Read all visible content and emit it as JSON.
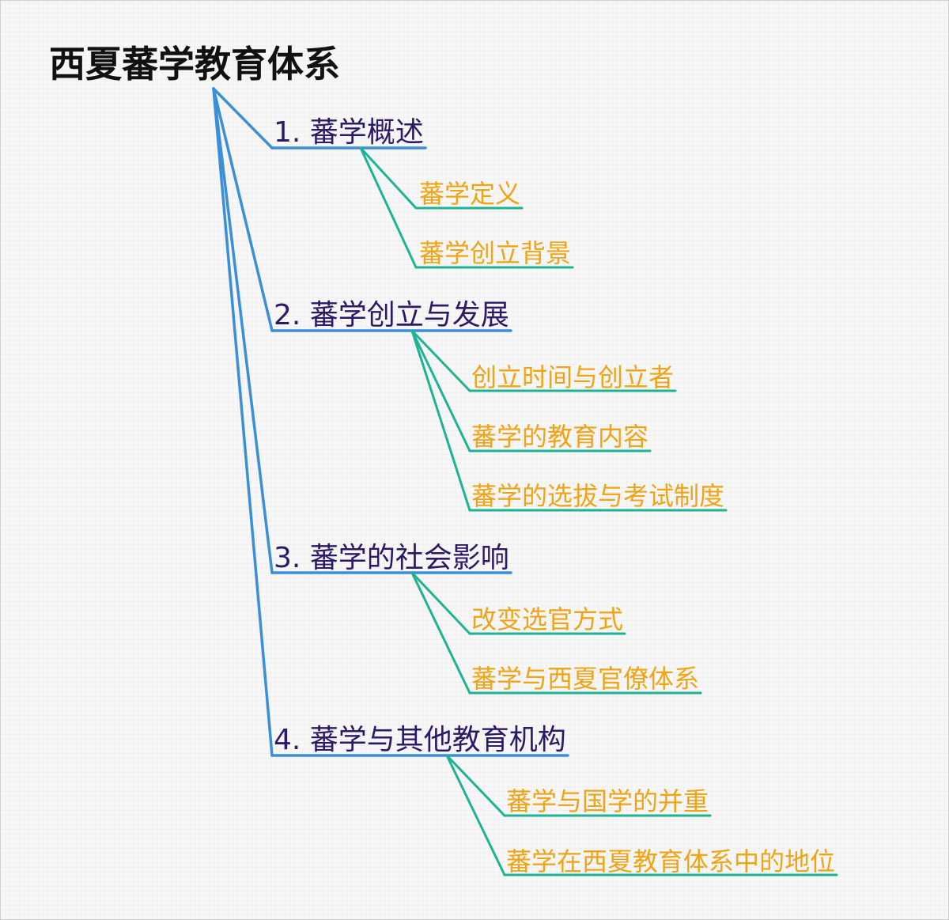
{
  "colors": {
    "root_text": "#111111",
    "level1_text": "#2d1a66",
    "level2_text": "#f0a415",
    "root_connector": "#3b8fd8",
    "child_connector": "#1db393"
  },
  "root": {
    "label": "西夏蕃学教育体系"
  },
  "branches": [
    {
      "label": "1. 蕃学概述",
      "children": [
        {
          "label": "蕃学定义"
        },
        {
          "label": "蕃学创立背景"
        }
      ]
    },
    {
      "label": "2. 蕃学创立与发展",
      "children": [
        {
          "label": "创立时间与创立者"
        },
        {
          "label": "蕃学的教育内容"
        },
        {
          "label": "蕃学的选拔与考试制度"
        }
      ]
    },
    {
      "label": "3. 蕃学的社会影响",
      "children": [
        {
          "label": "改变选官方式"
        },
        {
          "label": "蕃学与西夏官僚体系"
        }
      ]
    },
    {
      "label": "4. 蕃学与其他教育机构",
      "children": [
        {
          "label": "蕃学与国学的并重"
        },
        {
          "label": "蕃学在西夏教育体系中的地位"
        }
      ]
    }
  ]
}
